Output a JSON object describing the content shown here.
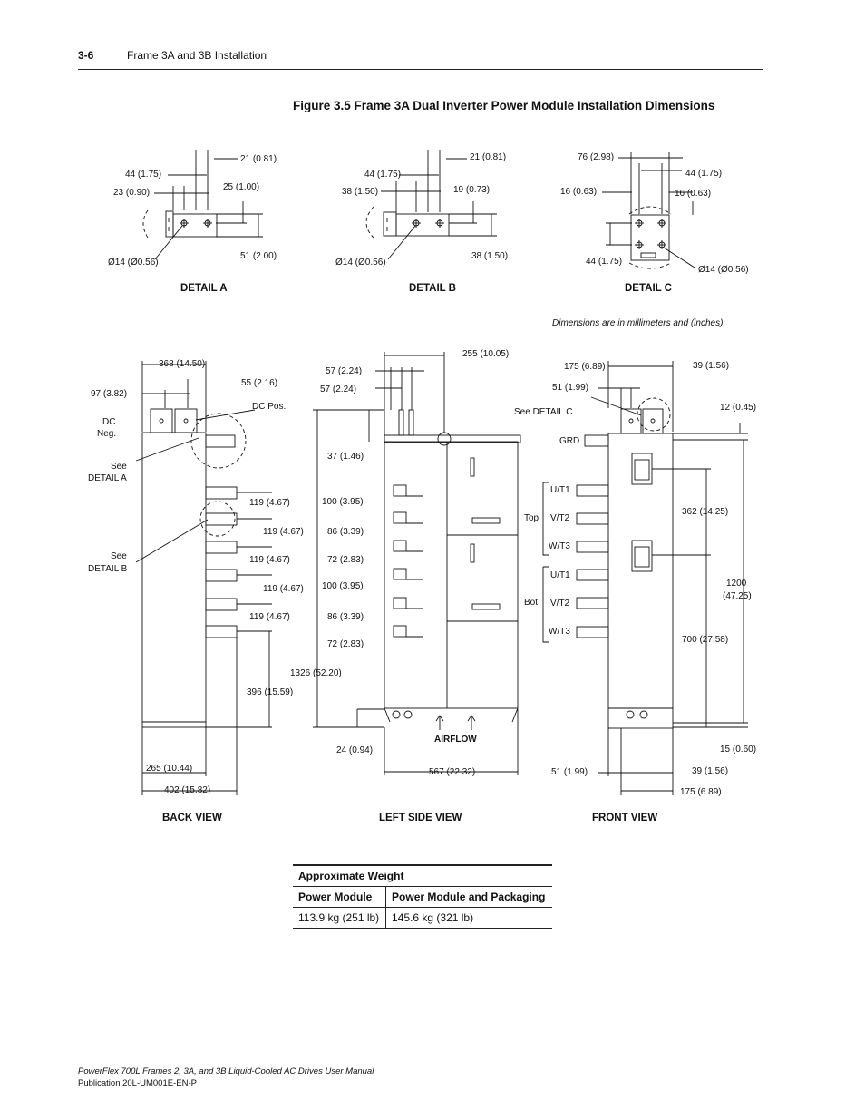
{
  "header": {
    "page_number": "3-6",
    "section_title": "Frame 3A and 3B Installation"
  },
  "figure": {
    "title": "Figure 3.5   Frame 3A Dual Inverter Power Module Installation Dimensions",
    "note": "Dimensions are in millimeters and (inches).",
    "detail_a": {
      "label": "DETAIL A",
      "dims": [
        "21 (0.81)",
        "44 (1.75)",
        "23 (0.90)",
        "25 (1.00)",
        "Ø14 (Ø0.56)",
        "51 (2.00)"
      ]
    },
    "detail_b": {
      "label": "DETAIL B",
      "dims": [
        "21 (0.81)",
        "44 (1.75)",
        "38 (1.50)",
        "19 (0.73)",
        "Ø14 (Ø0.56)",
        "38 (1.50)"
      ]
    },
    "detail_c": {
      "label": "DETAIL C",
      "dims": [
        "76 (2.98)",
        "44 (1.75)",
        "16 (0.63)",
        "16 (0.63)",
        "44 (1.75)",
        "Ø14 (Ø0.56)"
      ]
    },
    "back_view": {
      "label": "BACK VIEW",
      "dims": [
        "368 (14.50)",
        "97 (3.82)",
        "55 (2.16)",
        "DC Pos.",
        "DC",
        "Neg.",
        "See",
        "DETAIL A",
        "119 (4.67)",
        "119 (4.67)",
        "See",
        "DETAIL B",
        "119 (4.67)",
        "119 (4.67)",
        "119 (4.67)",
        "396 (15.59)",
        "265 (10.44)",
        "402 (15.82)"
      ]
    },
    "left_side_view": {
      "label": "LEFT SIDE VIEW",
      "dims": [
        "255 (10.05)",
        "57 (2.24)",
        "57 (2.24)",
        "37 (1.46)",
        "100 (3.95)",
        "86 (3.39)",
        "72 (2.83)",
        "100 (3.95)",
        "86 (3.39)",
        "72 (2.83)",
        "1326 (52.20)",
        "24 (0.94)",
        "AIRFLOW",
        "567 (22.32)"
      ]
    },
    "front_view": {
      "label": "FRONT VIEW",
      "dims": [
        "175 (6.89)",
        "39 (1.56)",
        "51 (1.99)",
        "See DETAIL C",
        "12 (0.45)",
        "GRD",
        "U/T1",
        "V/T2",
        "W/T3",
        "Top",
        "U/T1",
        "V/T2",
        "W/T3",
        "Bot",
        "362 (14.25)",
        "1200",
        "(47.25)",
        "700 (27.58)",
        "15 (0.60)",
        "51 (1.99)",
        "39 (1.56)",
        "175 (6.89)"
      ]
    }
  },
  "weight_table": {
    "caption": "Approximate Weight",
    "columns": [
      "Power Module",
      "Power Module and Packaging"
    ],
    "rows": [
      [
        "113.9 kg (251 lb)",
        "145.6 kg (321 lb)"
      ]
    ]
  },
  "footer": {
    "line1": "PowerFlex 700L Frames 2, 3A, and 3B Liquid-Cooled AC Drives User Manual",
    "line2": "Publication 20L-UM001E-EN-P"
  }
}
